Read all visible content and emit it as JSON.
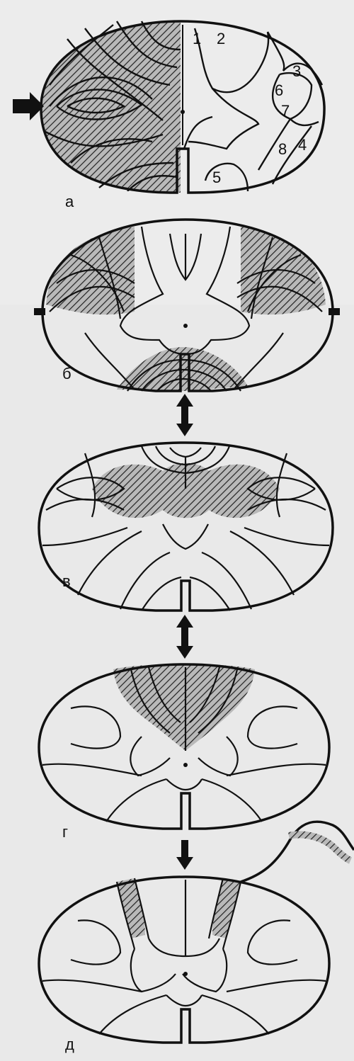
{
  "panels": [
    {
      "label": "а",
      "tracts": [
        "1",
        "2",
        "3",
        "6",
        "7",
        "8",
        "4",
        "5"
      ]
    },
    {
      "label": "б"
    },
    {
      "label": "в"
    },
    {
      "label": "г"
    },
    {
      "label": "д"
    }
  ],
  "colors": {
    "ink": "#111111",
    "hatch": "#333333",
    "background": "#e9e9e9",
    "faded_text": "#b8b8b8"
  }
}
